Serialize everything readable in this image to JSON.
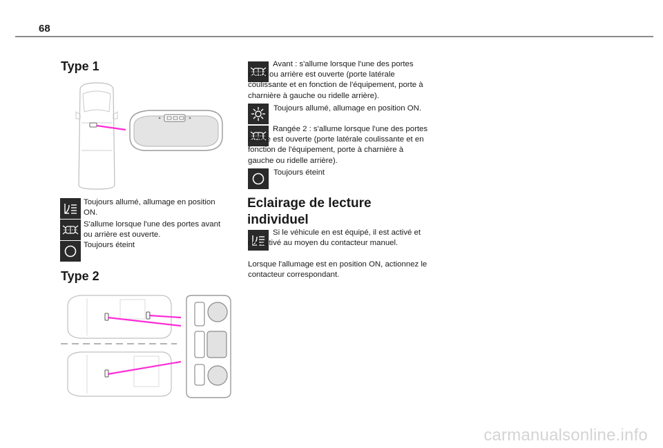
{
  "page": {
    "number": "68"
  },
  "type1": {
    "title": "Type 1",
    "items": [
      {
        "icon": "door-lamp-icon",
        "text": "Toujours allumé, allumage en position ON."
      },
      {
        "icon": "car-doors-icon",
        "text": "S'allume lorsque l'une des portes avant ou arrière est ouverte."
      },
      {
        "icon": "circle-off-icon",
        "text": "Toujours éteint"
      }
    ]
  },
  "type2": {
    "title": "Type 2",
    "items": [
      {
        "icon": "car-doors-icon",
        "text": "Avant : s'allume lorsque l'une des portes avant ou arrière est ouverte (porte latérale coulissante et en fonction de l'équipement, porte à charnière à gauche ou ridelle arrière)."
      },
      {
        "icon": "sun-icon",
        "text": "Toujours allumé, allumage en position ON."
      },
      {
        "icon": "car-doors-icon",
        "text": "Rangée 2 : s'allume lorsque l'une des portes arrière est ouverte (porte latérale coulissante et en fonction de l'équipement, porte à charnière à gauche ou ridelle arrière)."
      },
      {
        "icon": "circle-off-icon",
        "text": "Toujours éteint"
      }
    ]
  },
  "reading": {
    "title": "Eclairage de lecture individuel",
    "icon": "door-lamp-icon",
    "text1": "Si le véhicule en est équipé, il est activé et désactivé au moyen du contacteur manuel.",
    "text2": "Lorsque l'allumage est en position ON, actionnez le contacteur correspondant."
  },
  "watermark": "carmanualsonline.info",
  "colors": {
    "accent_line": "#ff2bd6",
    "icon_bg": "#2a2a2a",
    "rule": "#8a8a8a"
  }
}
